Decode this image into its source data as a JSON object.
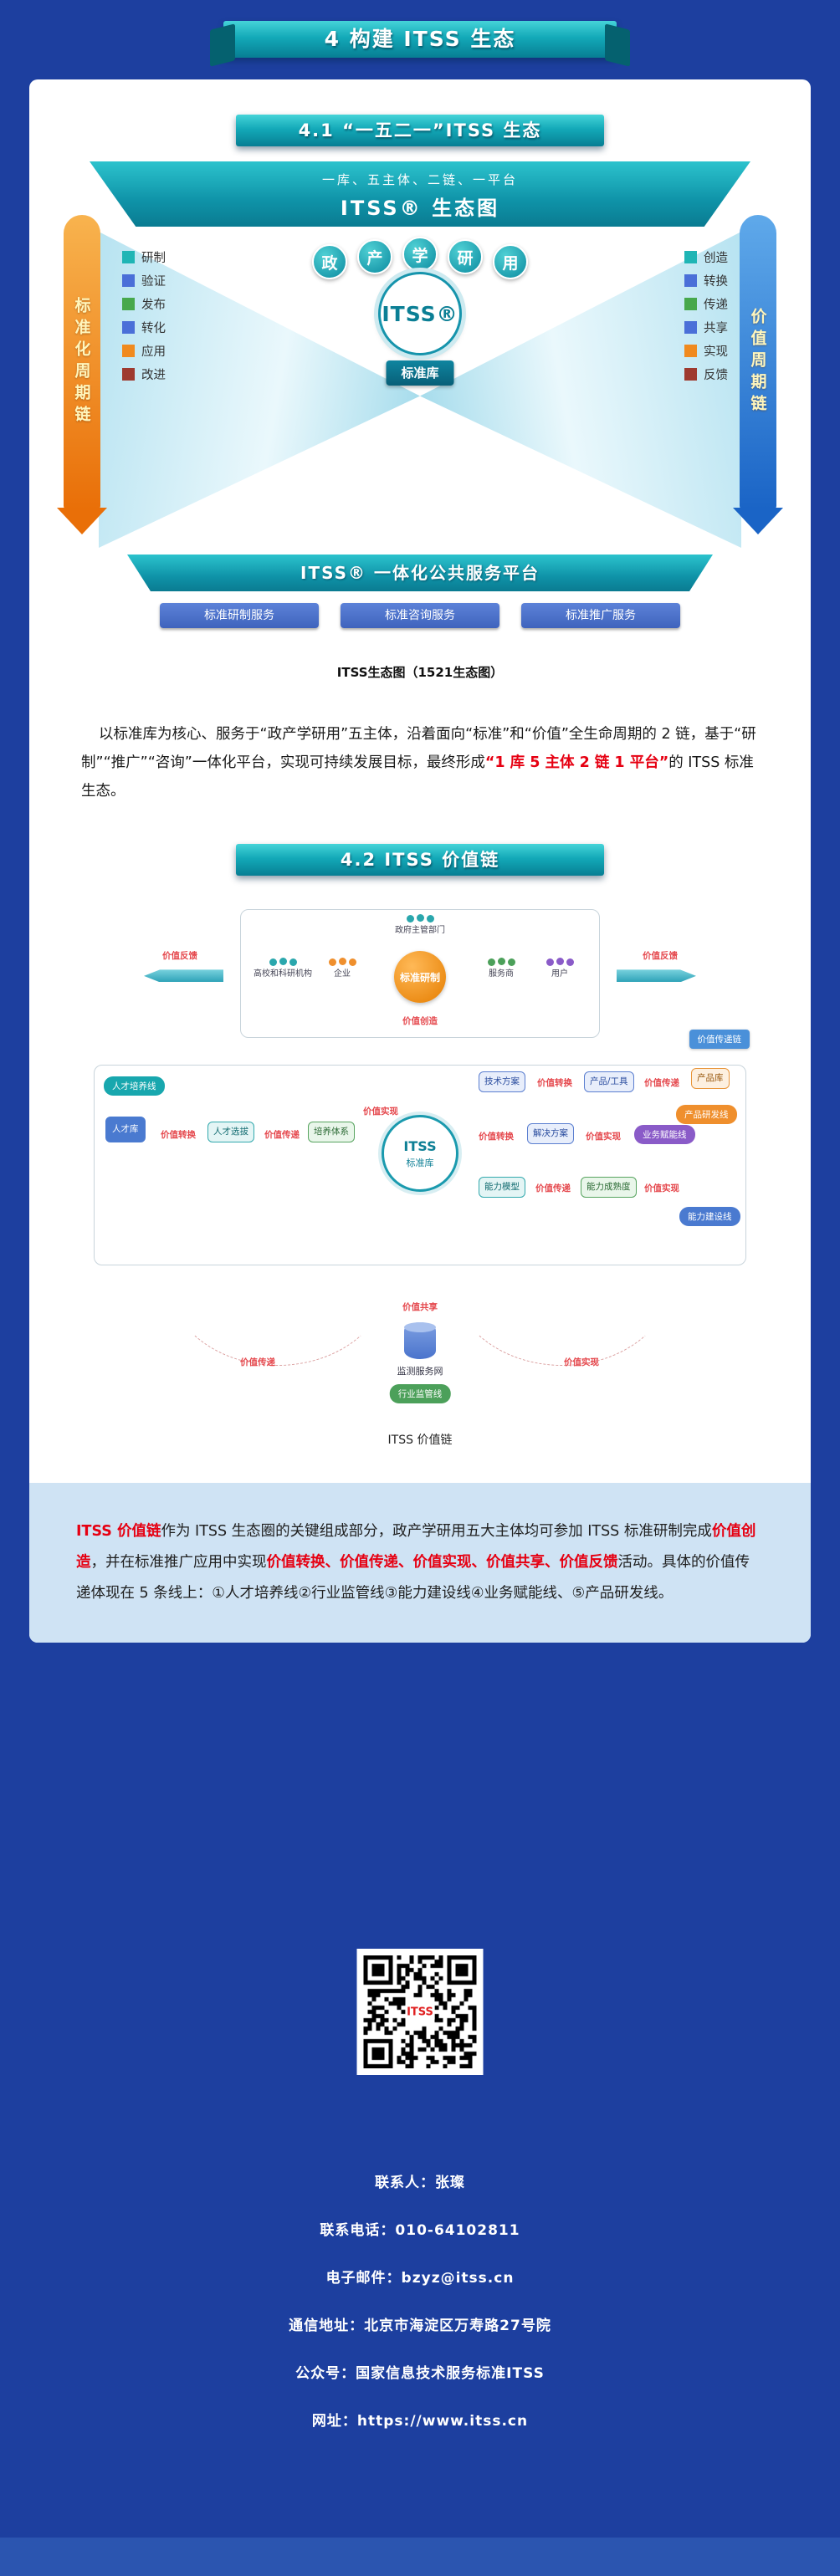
{
  "page": {
    "main_banner": "4 构建 ITSS 生态"
  },
  "colors": {
    "background_blue": "#1d3f9f",
    "accent_teal": "#0f93a8",
    "highlight_red": "#e60012",
    "light_blue_panel": "#cfe3f4"
  },
  "section41": {
    "banner": "4.1 “一五二一”ITSS 生态",
    "eco": {
      "header_sub": "一库、五主体、二链、一平台",
      "header_title": "ITSS® 生态图",
      "left_chain": "标准化周期链",
      "right_chain": "价值周期链",
      "left_items": [
        "研制",
        "验证",
        "发布",
        "转化",
        "应用",
        "改进"
      ],
      "right_items": [
        "创造",
        "转换",
        "传递",
        "共享",
        "实现",
        "反馈"
      ],
      "subjects": [
        "政",
        "产",
        "学",
        "研",
        "用"
      ],
      "logo": "ITSS®",
      "logo_label": "标准库",
      "platform": "ITSS® 一体化公共服务平台",
      "services": [
        "标准研制服务",
        "标准咨询服务",
        "标准推广服务"
      ],
      "caption": "ITSS生态图（1521生态图）"
    },
    "para": {
      "s1": "以标准库为核心、服务于“政产学研用”五主体，沿着面向“标准”和“价值”全生命周期的 2 链，基于“研制”“推广”“咨询”一体化平台，实现可持续发展目标，最终形成",
      "s2": "“1 库 5 主体 2 链 1 平台”",
      "s3": "的 ITSS 标准生态。"
    }
  },
  "section42": {
    "banner": "4.2 ITSS 价值链",
    "vc": {
      "gov": "政府主管部门",
      "group1": "高校和科研机构",
      "group2": "企业",
      "group3": "服务商",
      "group4": "用户",
      "center_circle": "标准研制",
      "value_create": "价值创造",
      "feedback": "价值反馈",
      "transfer_chain": "价值传递链",
      "lib_logo": "ITSS",
      "lib_label": "标准库",
      "line_talent": "人才培养线",
      "node_talent_pool": "人才库",
      "node_talent_select": "人才选拔",
      "node_training": "培养体系",
      "node_tech": "技术方案",
      "node_product_tool": "产品/工具",
      "node_product_lib": "产品库",
      "line_product": "产品研发线",
      "node_solution": "解决方案",
      "line_business": "业务赋能线",
      "node_cap_model": "能力模型",
      "node_cap_maturity": "能力成熟度",
      "line_capability": "能力建设线",
      "node_monitor": "监测服务网",
      "line_supervision": "行业监管线",
      "v_convert": "价值转换",
      "v_transfer": "价值传递",
      "v_realize": "价值实现",
      "v_share": "价值共享",
      "caption": "ITSS 价值链"
    },
    "para": {
      "s1": "ITSS 价值链",
      "s2": "作为 ITSS 生态圈的关键组成部分，政产学研用五大主体均可参加 ITSS 标准研制完成",
      "s3": "价值创造",
      "s4": "，并在标准推广应用中实现",
      "s5": "价值转换、价值传递、价值实现、价值共享、价值反馈",
      "s6": "活动。具体的价值传递体现在 5 条线上：①人才培养线②行业监管线③能力建设线④业务赋能线、⑤产品研发线。"
    }
  },
  "footer": {
    "qr_label": "ITSS",
    "contacts": [
      "联系人：张璨",
      "联系电话：010-64102811",
      "电子邮件：bzyz@itss.cn",
      "通信地址：北京市海淀区万寿路27号院",
      "公众号：国家信息技术服务标准ITSS",
      "网址：https://www.itss.cn"
    ]
  }
}
